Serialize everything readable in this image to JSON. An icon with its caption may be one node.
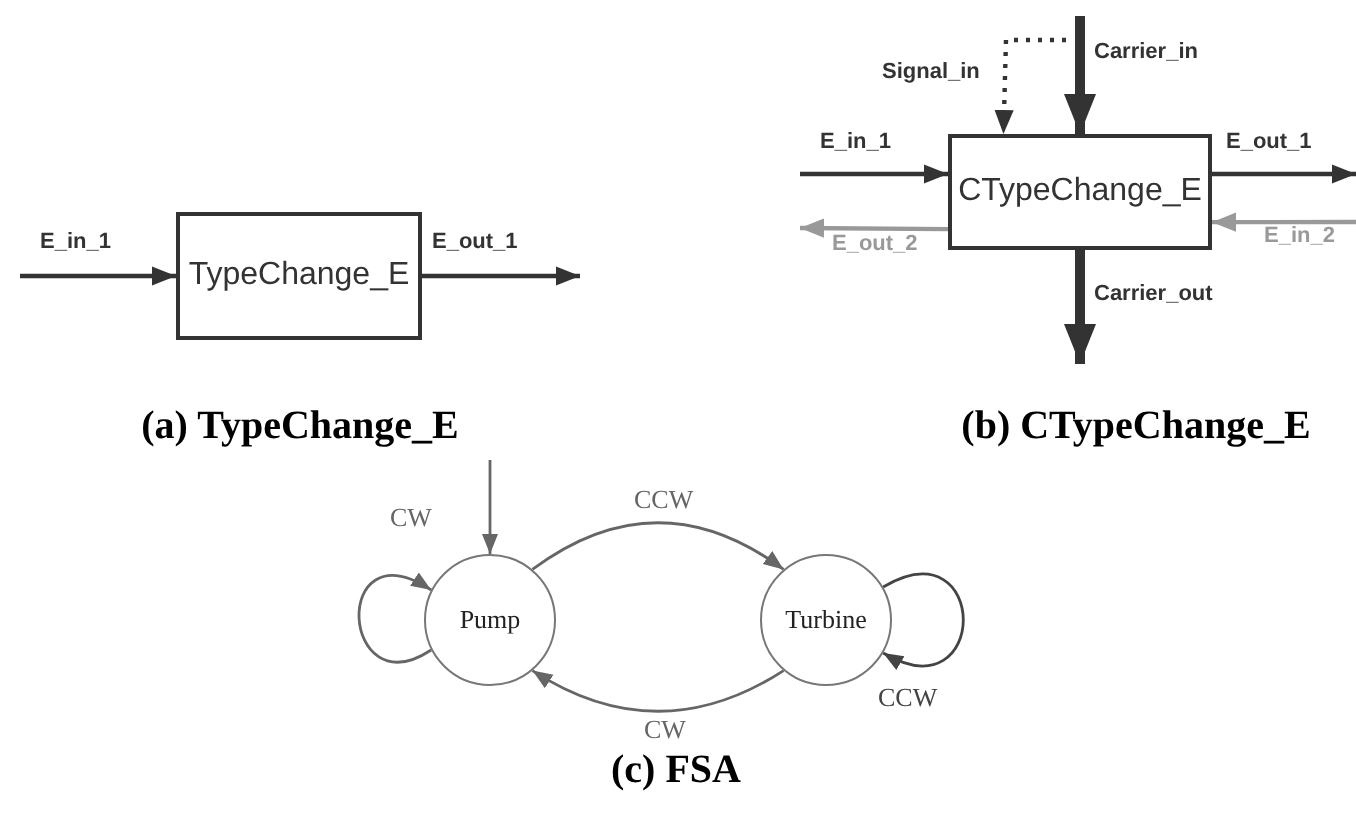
{
  "diagram": {
    "nodes": [
      {
        "text": [
          "TypeChange_E"
        ]
      },
      {
        "text": [
          "CTypeChange_E"
        ]
      },
      {
        "text": [
          "Pump"
        ]
      },
      {
        "text": [
          "Turbine"
        ]
      }
    ],
    "edges": [
      {
        "from": null,
        "to": 0,
        "arrow": "to",
        "label": "E_in_1"
      },
      {
        "from": 0,
        "to": null,
        "arrow": "to",
        "label": "E_out_1"
      },
      {
        "from": null,
        "to": 1,
        "arrow": "to",
        "label": "E_in_1"
      },
      {
        "from": 1,
        "to": null,
        "arrow": "to",
        "label": "E_out_1"
      },
      {
        "from": 1,
        "to": null,
        "arrow": "to",
        "label": "E_out_2",
        "color": "#999999"
      },
      {
        "from": null,
        "to": 1,
        "arrow": "to",
        "label": "E_in_2",
        "color": "#999999"
      },
      {
        "from": null,
        "to": 1,
        "arrow": "to",
        "label": "Carrier_in",
        "style": "thick"
      },
      {
        "from": 1,
        "to": null,
        "arrow": "to",
        "label": "Carrier_out",
        "style": "thick"
      },
      {
        "from": null,
        "to": 1,
        "arrow": "to",
        "label": "Signal_in",
        "style": "dashed"
      },
      {
        "from": null,
        "to": 2,
        "arrow": "to",
        "color": "#666666"
      },
      {
        "from": 2,
        "to": 3,
        "arrow": "to",
        "label": "CCW",
        "color": "#666666"
      },
      {
        "from": 3,
        "to": 2,
        "arrow": "to",
        "label": "CW",
        "color": "#666666"
      },
      {
        "from": 2,
        "to": 2,
        "arrow": "to",
        "label": "CW",
        "color": "#666666"
      },
      {
        "from": 3,
        "to": 3,
        "arrow": "to",
        "label": "CCW",
        "color": "#444444"
      }
    ],
    "labels": [
      "(a) TypeChange_E",
      "(b) CTypeChange_E",
      "(c) FSA"
    ]
  }
}
